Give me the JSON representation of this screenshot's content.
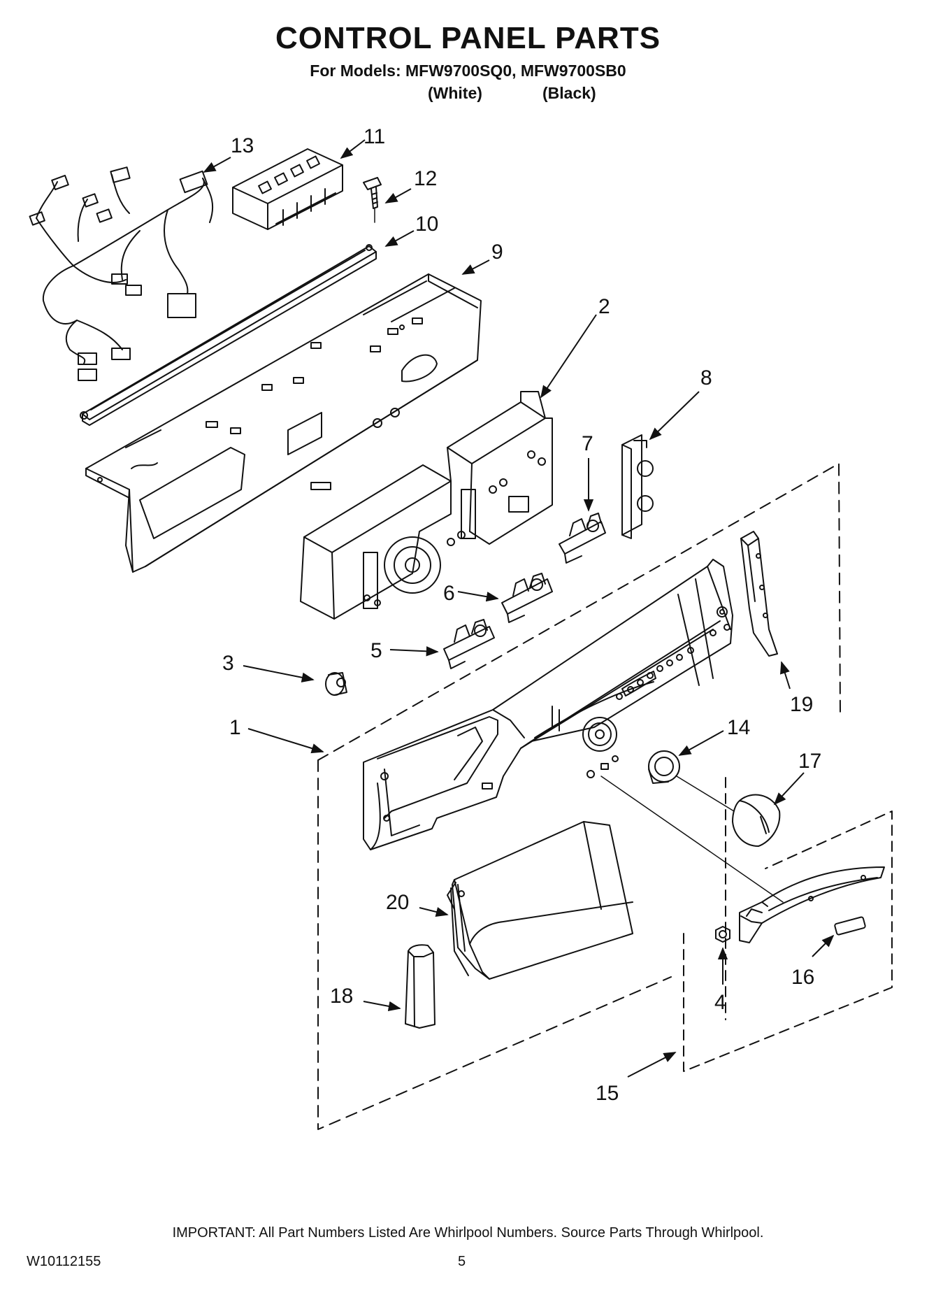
{
  "header": {
    "title": "CONTROL PANEL PARTS",
    "models": "For Models: MFW9700SQ0, MFW9700SB0",
    "variant_white": "(White)",
    "variant_black": "(Black)"
  },
  "callouts": {
    "c1": "1",
    "c2": "2",
    "c3": "3",
    "c4": "4",
    "c5": "5",
    "c6": "6",
    "c7": "7",
    "c8": "8",
    "c9": "9",
    "c10": "10",
    "c11": "11",
    "c12": "12",
    "c13": "13",
    "c14": "14",
    "c15": "15",
    "c16": "16",
    "c17": "17",
    "c18": "18",
    "c19": "19",
    "c20": "20"
  },
  "footer": {
    "note": "IMPORTANT: All Part Numbers Listed Are Whirlpool Numbers. Source Parts Through Whirlpool.",
    "doc_id": "W10112155",
    "page": "5"
  }
}
